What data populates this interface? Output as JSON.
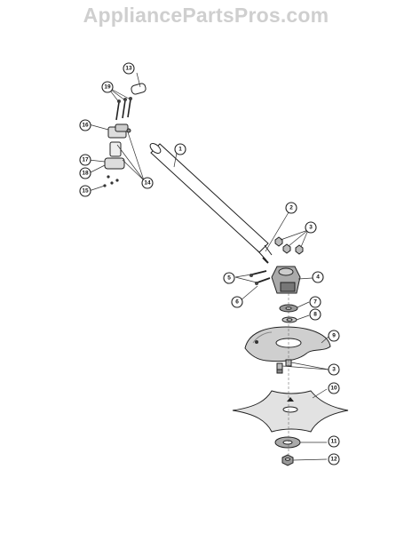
{
  "watermark": {
    "text": "AppliancePartsPros.com",
    "color": "#cfcfcf"
  },
  "diagram": {
    "type": "exploded parts diagram",
    "callouts": [
      {
        "id": "c1",
        "label": "1"
      },
      {
        "id": "c2",
        "label": "2"
      },
      {
        "id": "c3",
        "label": "3"
      },
      {
        "id": "c3b",
        "label": "3"
      },
      {
        "id": "c4",
        "label": "4"
      },
      {
        "id": "c5",
        "label": "5"
      },
      {
        "id": "c6",
        "label": "6"
      },
      {
        "id": "c7",
        "label": "7"
      },
      {
        "id": "c8",
        "label": "8"
      },
      {
        "id": "c9",
        "label": "9"
      },
      {
        "id": "c10",
        "label": "10"
      },
      {
        "id": "c11",
        "label": "11"
      },
      {
        "id": "c12",
        "label": "12"
      },
      {
        "id": "c13",
        "label": "13"
      },
      {
        "id": "c14",
        "label": "14"
      },
      {
        "id": "c15",
        "label": "15"
      },
      {
        "id": "c16",
        "label": "16"
      },
      {
        "id": "c17",
        "label": "17"
      },
      {
        "id": "c18",
        "label": "18"
      },
      {
        "id": "c19",
        "label": "19"
      }
    ]
  }
}
